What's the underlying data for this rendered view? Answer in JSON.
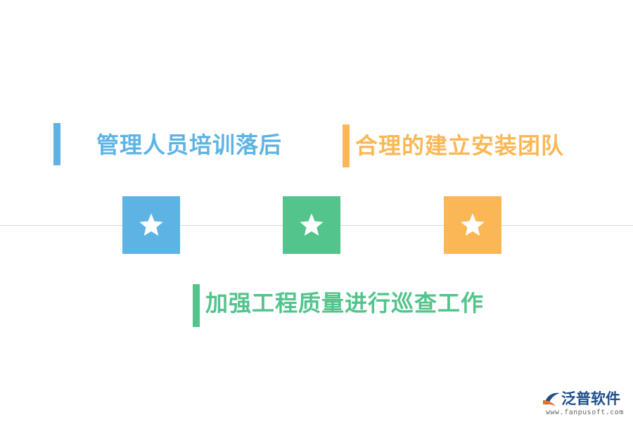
{
  "items": [
    {
      "text": "管理人员培训落后",
      "color": "#5db4e4"
    },
    {
      "text": "合理的建立安装团队",
      "color": "#fbb755"
    },
    {
      "text": "加强工程质量进行巡查工作",
      "color": "#52c48c"
    }
  ],
  "stars": [
    {
      "icon": "star-icon",
      "color": "#5db4e4"
    },
    {
      "icon": "star-icon",
      "color": "#52c48c"
    },
    {
      "icon": "star-icon",
      "color": "#fbb755"
    }
  ],
  "logo": {
    "name": "泛普软件",
    "url": "www.fanpusoft.com",
    "color": "#1f4e8c"
  }
}
